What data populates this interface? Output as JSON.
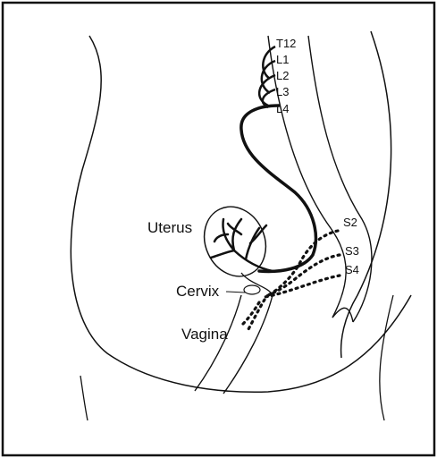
{
  "labels": {
    "uterus": "Uterus",
    "cervix": "Cervix",
    "vagina": "Vagina",
    "t12": "T12",
    "l1": "L1",
    "l2": "L2",
    "l3": "L3",
    "l4": "L4",
    "s2": "S2",
    "s3": "S3",
    "s4": "S4"
  },
  "colors": {
    "ink": "#111111",
    "background": "#ffffff"
  }
}
